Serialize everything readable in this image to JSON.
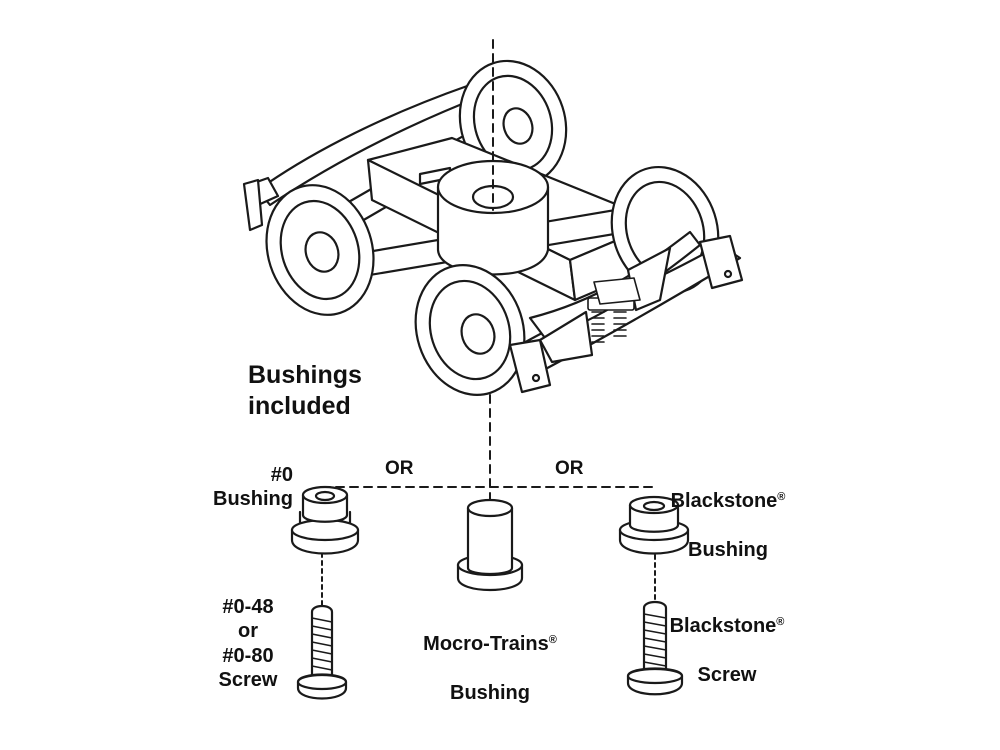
{
  "title": "Bushings included",
  "connector_label": "OR",
  "registered_mark": "®",
  "parts": [
    {
      "id": "zero-bushing",
      "label": "#0\nBushing"
    },
    {
      "id": "zero-screw",
      "label": "#0-48\nor\n#0-80\nScrew"
    },
    {
      "id": "micro-bushing",
      "name": "Mocro-Trains",
      "suffix": "Bushing"
    },
    {
      "id": "blackstone-bushing",
      "name": "Blackstone",
      "suffix": "Bushing"
    },
    {
      "id": "blackstone-screw",
      "name": "Blackstone",
      "suffix": "Screw"
    }
  ],
  "colors": {
    "line": "#1a1a1a",
    "background": "#ffffff"
  }
}
